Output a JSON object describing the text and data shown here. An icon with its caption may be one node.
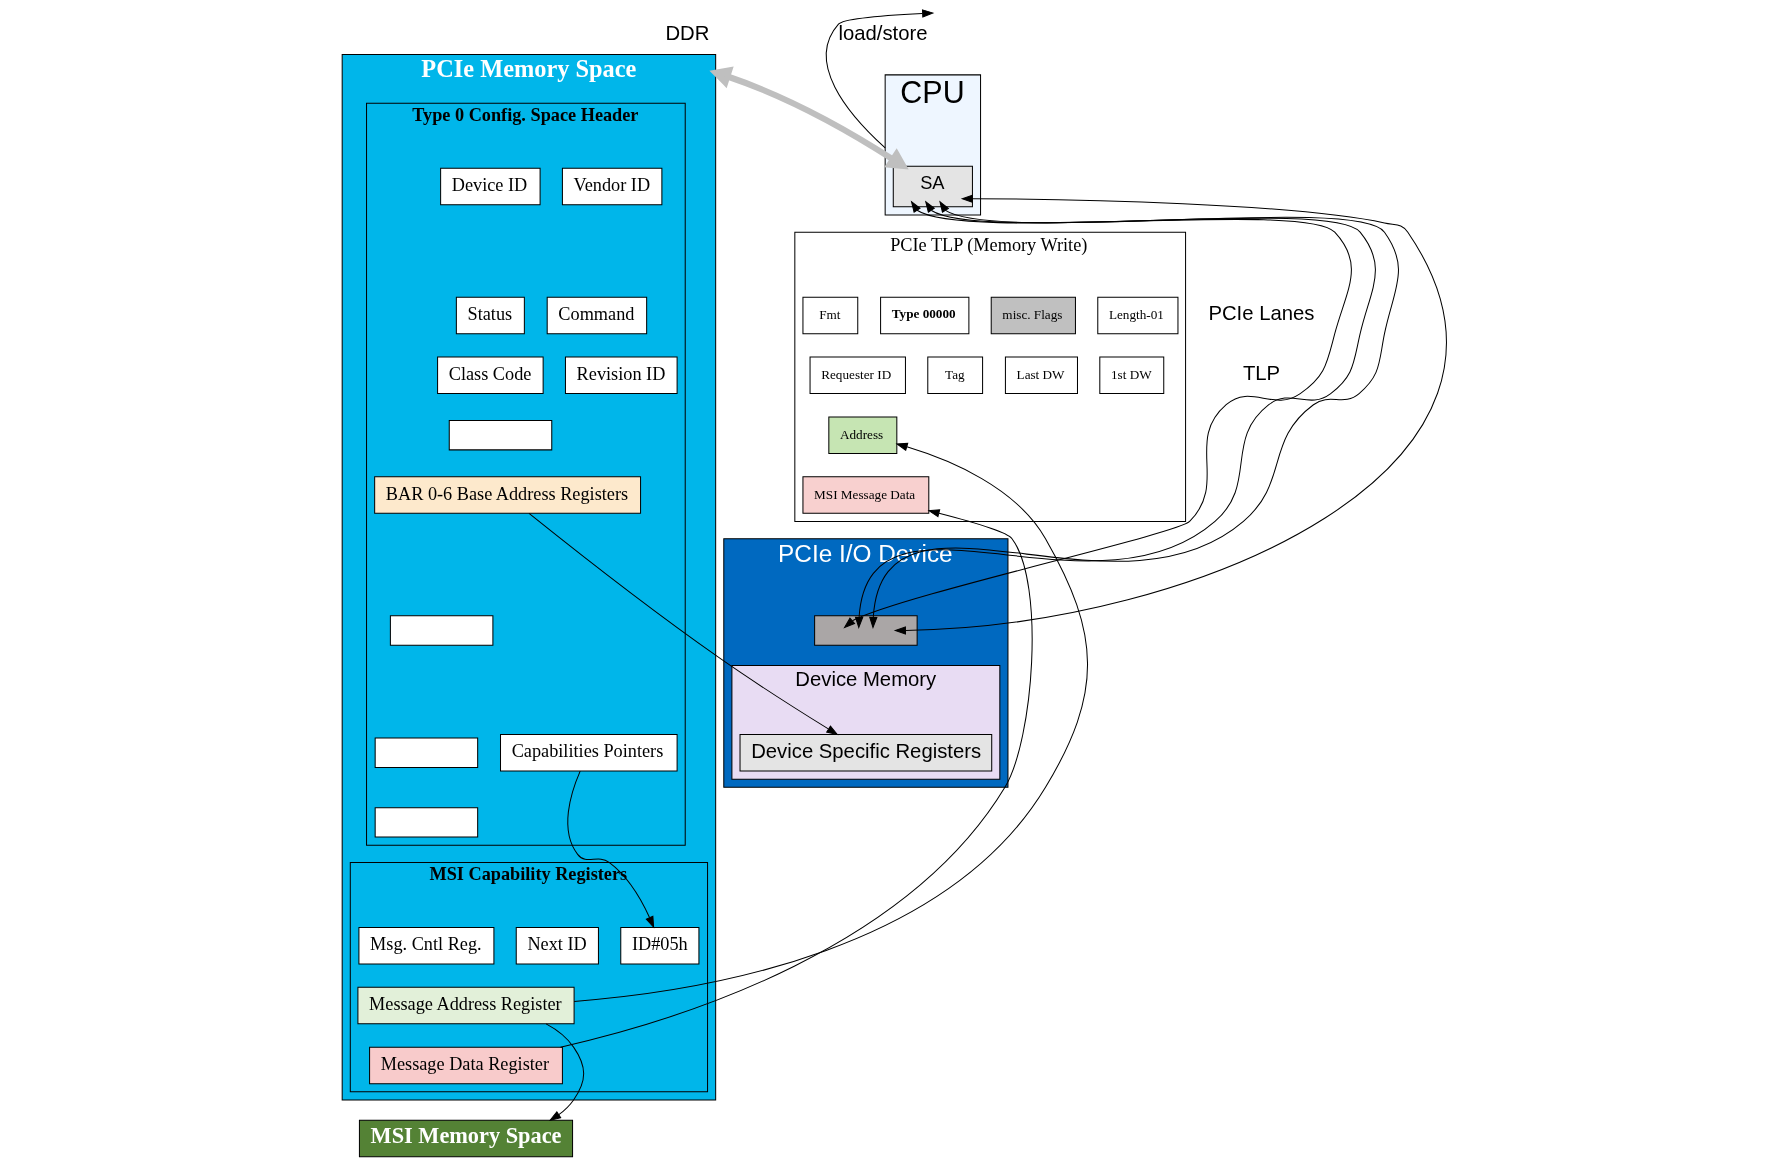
{
  "diagram": {
    "nodes": [
      {
        "text": [
          "CPU"
        ]
      },
      {
        "text": [
          "SA"
        ],
        "in": 0
      },
      {
        "text": [
          "PCIe TLP (Memory Write)"
        ]
      },
      {
        "text": [
          "Fmt"
        ],
        "in": 2
      },
      {
        "text": [
          "Type 00000"
        ],
        "in": 2
      },
      {
        "text": [
          "misc. Flags"
        ],
        "in": 2
      },
      {
        "text": [
          "Length-01"
        ],
        "in": 2
      },
      {
        "text": [
          "Requester ID"
        ],
        "in": 2
      },
      {
        "text": [
          "Tag"
        ],
        "in": 2
      },
      {
        "text": [
          "Last DW"
        ],
        "in": 2
      },
      {
        "text": [
          "1st DW"
        ],
        "in": 2
      },
      {
        "text": [
          "Address"
        ],
        "in": 2
      },
      {
        "text": [
          "MSI Message Data"
        ],
        "in": 2
      },
      {
        "text": [
          "PCIe I/O Device"
        ]
      },
      {
        "text": [],
        "shape": "box",
        "in": 13
      },
      {
        "text": [
          "Device Memory"
        ],
        "in": 13
      },
      {
        "text": [
          "Device Specific Registers"
        ],
        "in": 15
      },
      {
        "text": [
          "PCIe Memory Space"
        ]
      },
      {
        "text": [
          "Type 0 Config. Space Header"
        ],
        "in": 17
      },
      {
        "text": [
          "Device ID"
        ],
        "in": 18
      },
      {
        "text": [
          "Vendor ID"
        ],
        "in": 18
      },
      {
        "text": [
          "Status"
        ],
        "in": 18
      },
      {
        "text": [
          "Command"
        ],
        "in": 18
      },
      {
        "text": [
          "Class Code"
        ],
        "in": 18
      },
      {
        "text": [
          "Revision ID"
        ],
        "in": 18
      },
      {
        "text": [],
        "shape": "box",
        "in": 18
      },
      {
        "text": [
          "BAR 0-6 Base Address Registers"
        ],
        "in": 18
      },
      {
        "text": [],
        "shape": "box",
        "in": 18
      },
      {
        "text": [],
        "shape": "box",
        "in": 18
      },
      {
        "text": [
          "Capabilities Pointers"
        ],
        "in": 18
      },
      {
        "text": [],
        "shape": "box",
        "in": 18
      },
      {
        "text": [
          "MSI Capability Registers"
        ],
        "in": 17
      },
      {
        "text": [
          "Msg. Cntl Reg."
        ],
        "in": 31
      },
      {
        "text": [
          "Next ID"
        ],
        "in": 31
      },
      {
        "text": [
          "ID#05h"
        ],
        "in": 31
      },
      {
        "text": [
          "Message Address Register"
        ],
        "in": 31
      },
      {
        "text": [
          "Message Data Register"
        ],
        "in": 31
      },
      {
        "text": [
          "MSI Memory Space"
        ]
      }
    ],
    "edges": [
      {
        "from": 0,
        "to": null,
        "label": "load/store",
        "arrow": "to"
      },
      {
        "from": 1,
        "to": 17,
        "label": "DDR",
        "arrow": "both",
        "style": "thick",
        "color": "#bfbfbf"
      },
      {
        "from": 14,
        "to": 1,
        "arrow": "both"
      },
      {
        "from": 14,
        "to": 1,
        "arrow": "both"
      },
      {
        "from": 14,
        "to": 1,
        "arrow": "both"
      },
      {
        "from": 14,
        "to": 1,
        "arrow": "both"
      },
      {
        "from": 26,
        "to": 16,
        "arrow": "to"
      },
      {
        "from": 35,
        "to": 11,
        "arrow": "to"
      },
      {
        "from": 36,
        "to": 12,
        "arrow": "to"
      },
      {
        "from": 29,
        "to": 34,
        "arrow": "to"
      },
      {
        "from": 35,
        "to": 37,
        "arrow": "to"
      }
    ],
    "labels": [
      "PCIe Lanes",
      "TLP"
    ]
  }
}
